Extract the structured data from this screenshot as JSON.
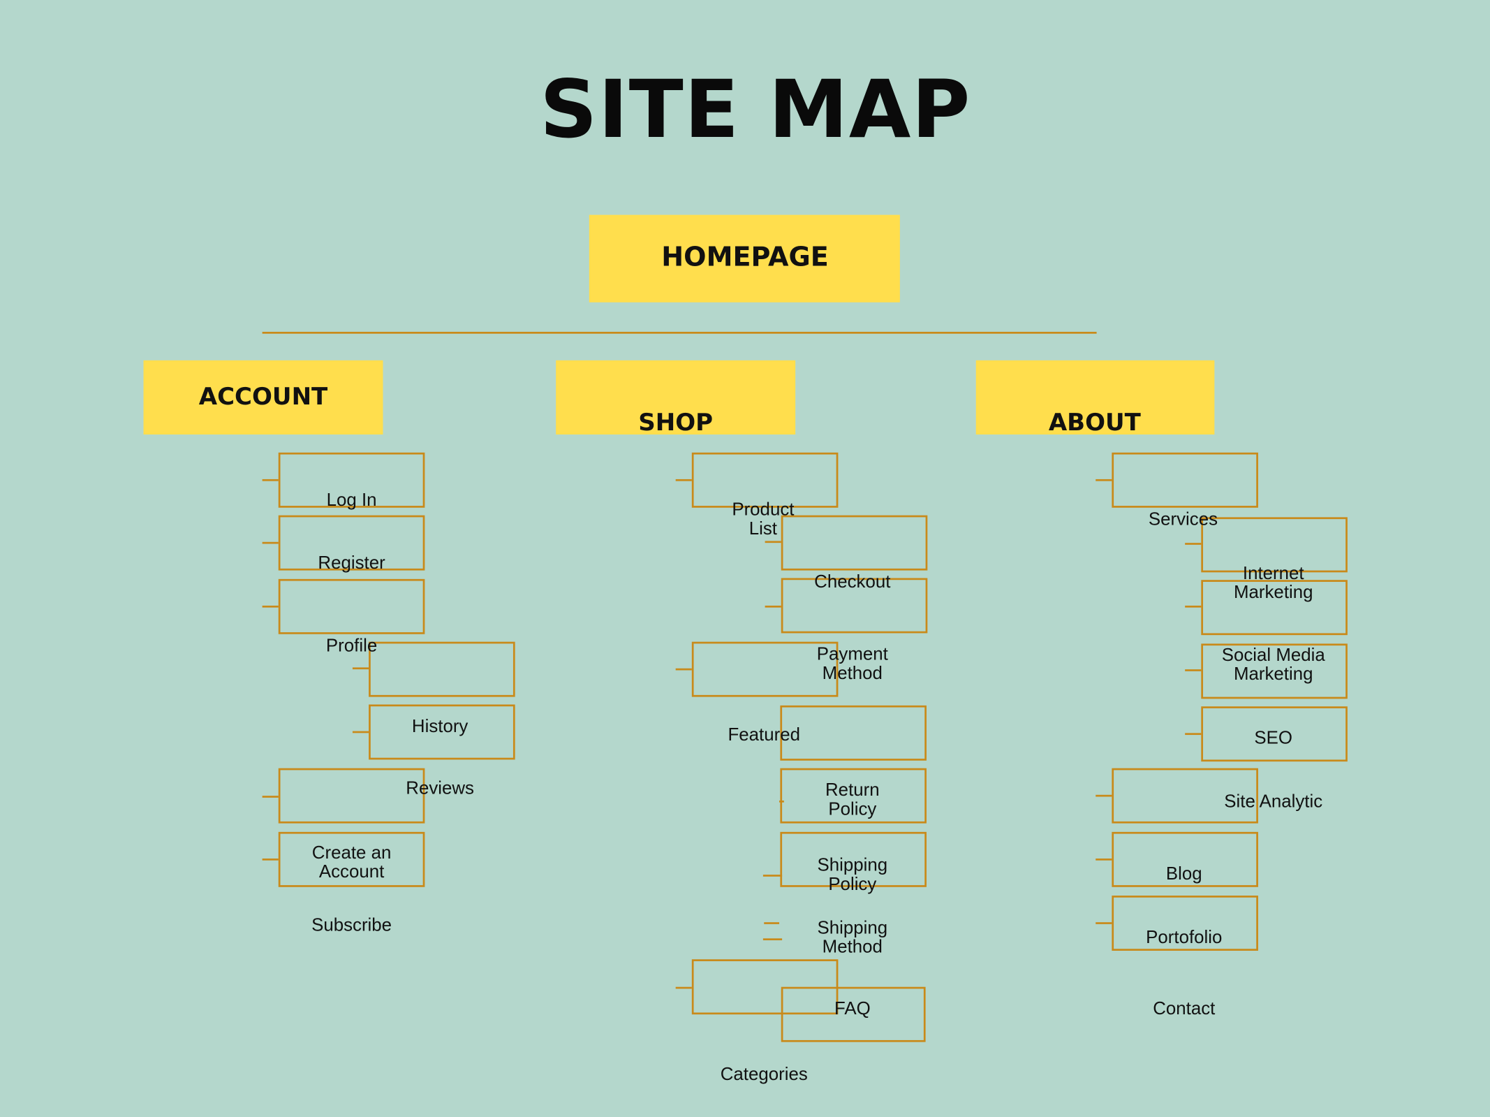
{
  "title": "SITE MAP",
  "homepage": "HOMEPAGE",
  "sections": {
    "account": {
      "label": "ACCOUNT",
      "items": [
        "Log In",
        "Register",
        "Profile",
        "History",
        "Reviews",
        "Create an\nAccount",
        "Subscribe"
      ]
    },
    "shop": {
      "label": "SHOP",
      "items": [
        "Product\nList",
        "Checkout",
        "Payment\nMethod",
        "Featured",
        "Return\nPolicy",
        "Shipping\nPolicy",
        "Shipping\nMethod",
        "FAQ",
        "Categories"
      ]
    },
    "about": {
      "label": "ABOUT",
      "items": [
        "Services",
        "Internet\nMarketing",
        "Social Media\nMarketing",
        "SEO",
        "Site Analytic",
        "Blog",
        "Portofolio",
        "Contact"
      ]
    }
  },
  "colors": {
    "background": "#b4d7cc",
    "header_fill": "#ffde4d",
    "connector": "#c98a1a"
  }
}
